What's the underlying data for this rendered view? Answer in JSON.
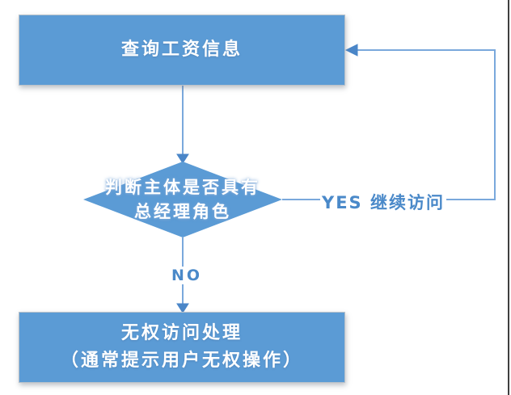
{
  "diagram": {
    "type": "flowchart",
    "colors": {
      "node_fill": "#5B9BD5",
      "node_text": "#FFFFFF",
      "connector_line": "#7AA8DC",
      "arrowhead": "#4A86C8",
      "edge_label_text": "#4A89C9",
      "background": "#FFFFFF",
      "page_edge_line": "#3F3F3F"
    },
    "nodes": {
      "query": {
        "type": "process",
        "label": "查询工资信息"
      },
      "decision": {
        "type": "decision",
        "line1": "判断主体是否具有",
        "line2": "总经理角色"
      },
      "deny": {
        "type": "process",
        "line1": "无权访问处理",
        "line2": "（通常提示用户无权操作）"
      }
    },
    "edges": {
      "yes_label": "YES 继续访问",
      "no_label": "NO"
    }
  }
}
